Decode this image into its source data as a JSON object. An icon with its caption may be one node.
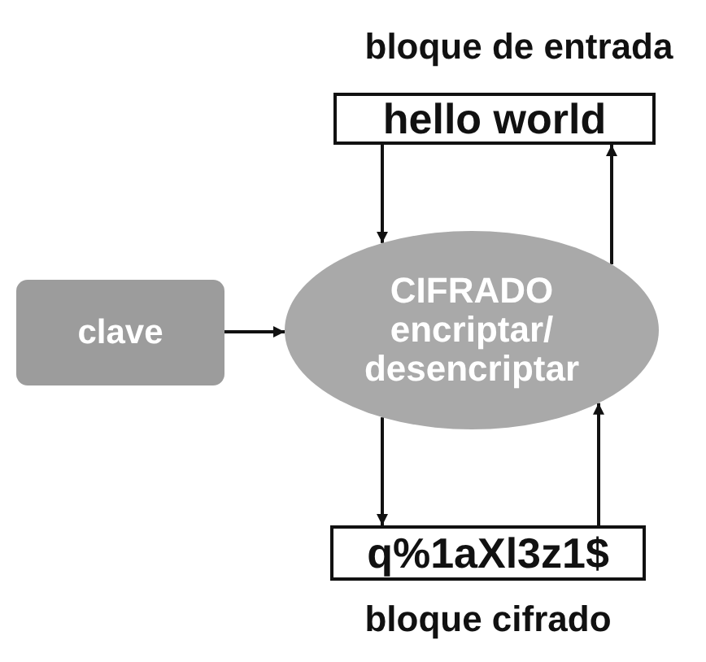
{
  "diagram": {
    "nodes": [
      {
        "text": [
          "hello world"
        ],
        "beside": [
          "bloque de entrada"
        ]
      },
      {
        "text": [
          "clave"
        ]
      },
      {
        "text": [
          "CIFRADO",
          "encriptar/ desencriptar"
        ]
      },
      {
        "text": [
          "q%1aXl3z1$"
        ],
        "beside": [
          "bloque cifrado"
        ]
      }
    ],
    "edges": [
      {
        "from": 1,
        "to": 2,
        "arrow": "to"
      },
      {
        "from": 0,
        "to": 2,
        "arrow": "to"
      },
      {
        "from": 2,
        "to": 0,
        "arrow": "to"
      },
      {
        "from": 2,
        "to": 3,
        "arrow": "to"
      },
      {
        "from": 3,
        "to": 2,
        "arrow": "to"
      }
    ]
  }
}
